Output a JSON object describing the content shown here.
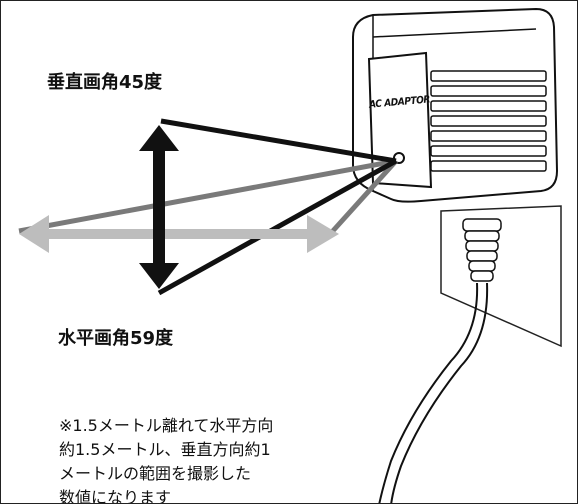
{
  "labels": {
    "vertical_angle": "垂直画角45度",
    "horizontal_angle": "水平画角59度",
    "adapter_text": "AC ADAPTOR"
  },
  "note": {
    "lines": [
      "※1.5メートル離れて水平方向",
      "約1.5メートル、垂直方向約1",
      "メートルの範囲を撮影した",
      "数値になります"
    ]
  },
  "colors": {
    "vertical_lines": "#111111",
    "horizontal_lines": "#7a7a7a",
    "horizontal_arrow": "#bdbdbd",
    "vertical_arrow": "#111111"
  }
}
